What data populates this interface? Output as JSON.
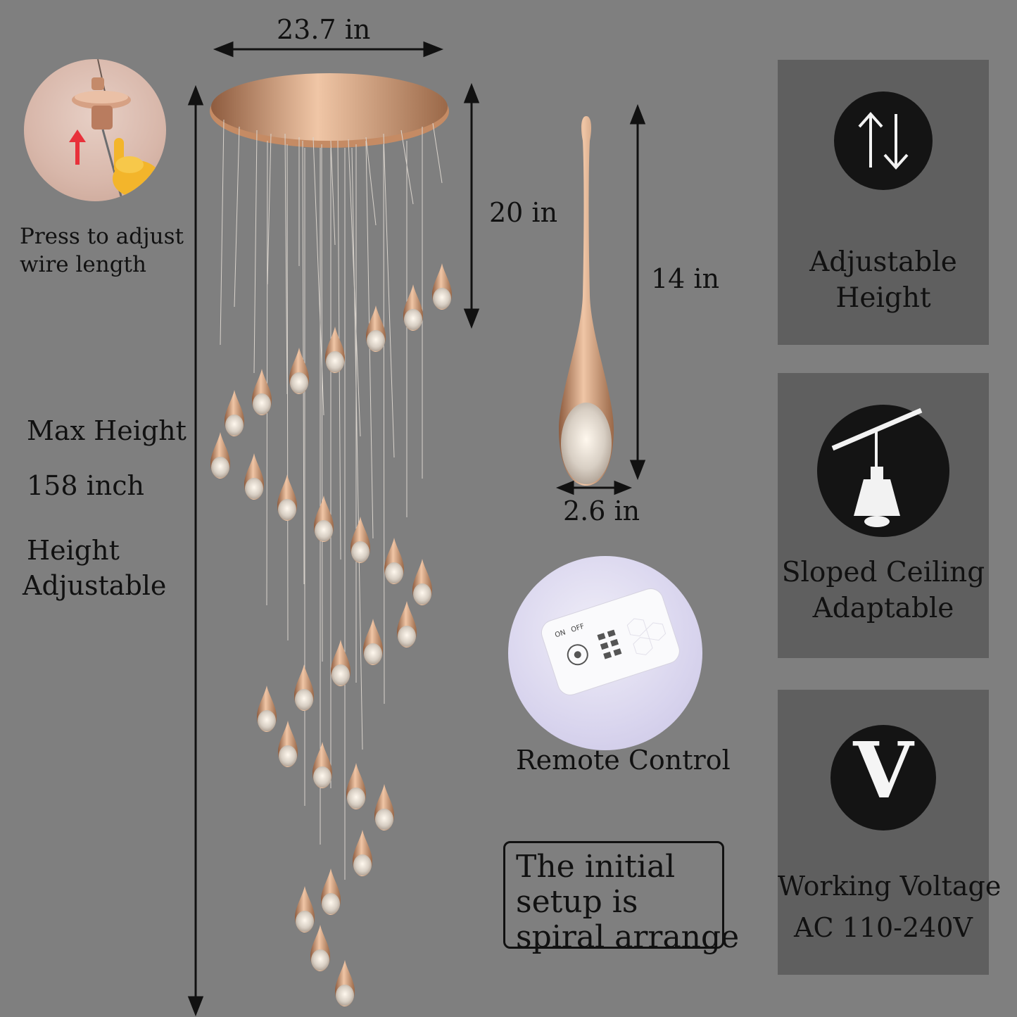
{
  "dimensions": {
    "width": "23.7 in",
    "drop": "20 in",
    "pendant_height": "14 in",
    "pendant_width": "2.6 in"
  },
  "adjust_hint": {
    "line1": "Press to adjust",
    "line2": "wire length"
  },
  "max_height": {
    "title": "Max Height",
    "value": "158 inch",
    "note1": "Height",
    "note2": "Adjustable"
  },
  "remote": {
    "label": "Remote Control",
    "button_on": "ON",
    "button_off": "OFF"
  },
  "initial_setup": {
    "line1": "The initial",
    "line2": "setup is",
    "line3": "spiral arrange"
  },
  "features": [
    {
      "line1": "Adjustable",
      "line2": "Height",
      "icon": "up-down-arrows-icon"
    },
    {
      "line1": "Sloped Ceiling",
      "line2": "Adaptable",
      "icon": "sloped-ceiling-pendant-icon"
    },
    {
      "line1": "Working Voltage",
      "line2": "AC 110-240V",
      "icon": "voltage-v-icon",
      "glyph": "V"
    }
  ],
  "colors": {
    "background": "#7f7f7f",
    "panel": "#5f5f5f",
    "icon_disc": "#141414",
    "gold": "#c9966f"
  }
}
